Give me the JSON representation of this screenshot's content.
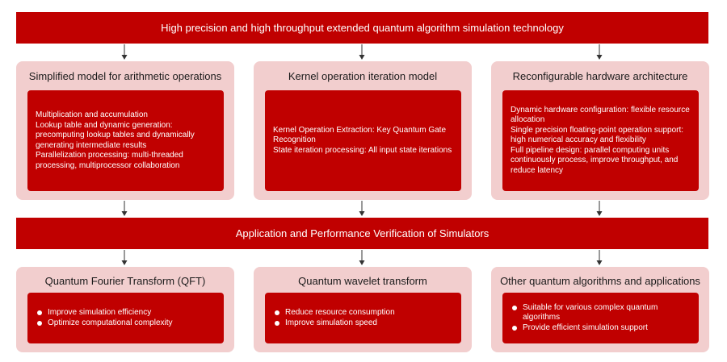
{
  "top_bar": "High precision and high throughput extended quantum algorithm simulation technology",
  "mid_bar": "Application and Performance Verification of Simulators",
  "colors": {
    "bar": "#c00000",
    "card": "#f2cece",
    "inner": "#c00000"
  },
  "methods": [
    {
      "title": "Simplified model for arithmetic operations",
      "lines": [
        "Multiplication and accumulation",
        "Lookup table and dynamic generation: precomputing lookup tables and dynamically generating intermediate results",
        "Parallelization processing: multi-threaded processing, multiprocessor collaboration"
      ]
    },
    {
      "title": "Kernel operation iteration model",
      "lines": [
        "Kernel Operation Extraction: Key Quantum Gate Recognition",
        "State iteration processing: All input state iterations"
      ]
    },
    {
      "title": "Reconfigurable hardware architecture",
      "lines": [
        "Dynamic hardware configuration: flexible resource allocation",
        "Single precision floating-point operation support: high numerical accuracy and flexibility",
        "Full pipeline design: parallel computing units continuously process, improve throughput, and reduce latency"
      ]
    }
  ],
  "applications": [
    {
      "title": "Quantum Fourier Transform (QFT)",
      "bullets": [
        "Improve simulation efficiency",
        "Optimize computational complexity"
      ]
    },
    {
      "title": "Quantum wavelet transform",
      "bullets": [
        "Reduce resource consumption",
        "Improve simulation speed"
      ]
    },
    {
      "title": "Other quantum algorithms and  applications",
      "bullets": [
        "Suitable for various complex quantum algorithms",
        "Provide efficient simulation support"
      ]
    }
  ]
}
